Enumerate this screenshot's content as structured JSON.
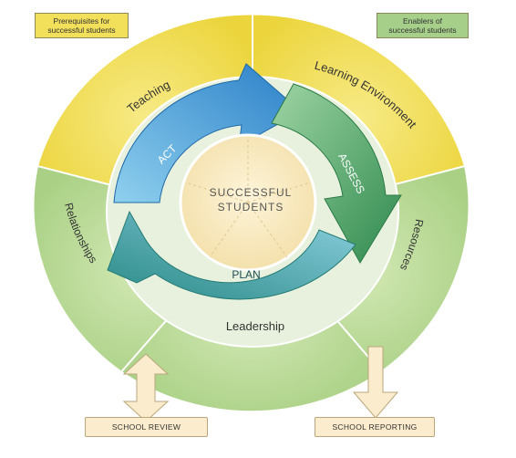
{
  "legend": {
    "prerequisites_line1": "Prerequisites for",
    "prerequisites_line2": "successful students",
    "enablers_line1": "Enablers of",
    "enablers_line2": "successful students"
  },
  "outer_ring": {
    "teaching": "Teaching",
    "learning_environment": "Learning Environment",
    "resources": "Resources",
    "leadership": "Leadership",
    "relationships": "Relationships"
  },
  "cycle": {
    "act": "ACT",
    "assess": "ASSESS",
    "plan": "PLAN"
  },
  "center": {
    "line1": "SUCCESSFUL",
    "line2": "STUDENTS"
  },
  "bottom": {
    "review": "SCHOOL REVIEW",
    "reporting": "SCHOOL REPORTING"
  },
  "colors": {
    "prerequisite_yellow": "#f2df5a",
    "enabler_green": "#b5d894",
    "center_cream": "#f8e7bd",
    "act_blue": "#3b8fd0",
    "assess_green": "#3f9a5c",
    "plan_teal": "#2f8f87"
  }
}
